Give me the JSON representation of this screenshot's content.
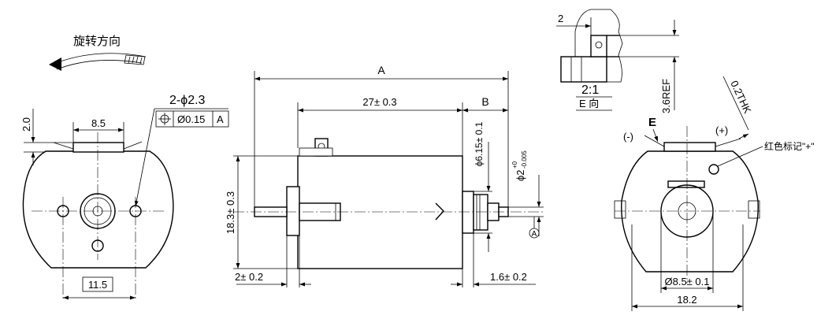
{
  "front_view": {
    "rotation_label": "旋转方向",
    "dim_hole_callout": "2-ϕ2.3",
    "fcf_value": "Ø0.15",
    "fcf_datum": "A",
    "dim_height": "2.0",
    "dim_width_top": "8.5",
    "dim_width_bottom": "11.5"
  },
  "side_view": {
    "dim_total": "A",
    "dim_body": "27± 0.3",
    "dim_b": "B",
    "dim_height": "18.3± 0.3",
    "dim_shaft_left": "2± 0.2",
    "dim_shaft_right": "1.6± 0.2",
    "dim_boss": "ϕ6.15± 0.1",
    "dim_shaft_dia": "ϕ2",
    "dim_shaft_tol_upper": "+0",
    "dim_shaft_tol_lower": "-0.005",
    "datum_label": "A"
  },
  "detail_view": {
    "dim_2": "2",
    "scale": "2:1",
    "view_name": "E 向",
    "dim_ref": "3.6REF",
    "dim_thk": "0.2THK"
  },
  "rear_view": {
    "label_e": "E",
    "minus": "(-)",
    "plus": "(+)",
    "red_mark": "红色标记\"+\"",
    "dim_boss": "Ø8.5± 0.1",
    "dim_width": "18.2"
  }
}
